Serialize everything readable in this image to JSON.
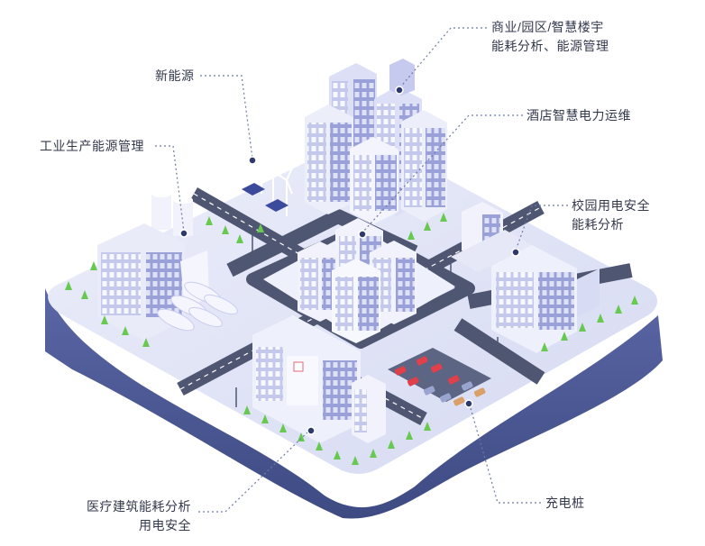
{
  "labels": {
    "new_energy": "新能源",
    "industrial": "工业生产能源管理",
    "commercial_line1": "商业/园区/智慧楼宇",
    "commercial_line2": "能耗分析、能源管理",
    "hotel": "酒店智慧电力运维",
    "campus_line1": "校园用电安全",
    "campus_line2": "能耗分析",
    "hospital_line1": "医疗建筑能耗分析",
    "hospital_line2": "用电安全",
    "charging": "充电桩"
  },
  "colors": {
    "platform_top": "#dfe2f6",
    "platform_side": "#4d5a95",
    "road": "#4f5672",
    "building_light": "#f4f5fc",
    "building_mid": "#c9cdee",
    "building_dark": "#9aa1da",
    "tree": "#67c94f",
    "car_red": "#e0404a",
    "marker": "#2d3a6b",
    "leader": "#6b7aa6"
  }
}
